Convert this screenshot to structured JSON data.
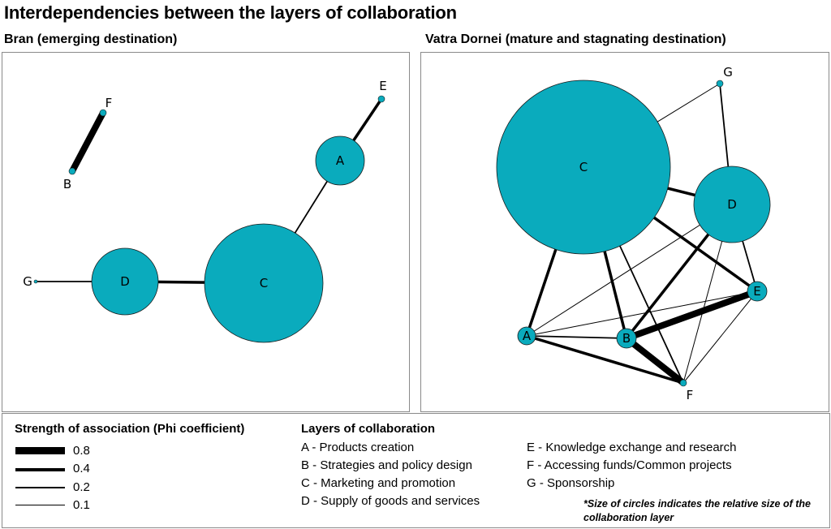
{
  "title": "Interdependencies between the layers of collaboration",
  "panels": [
    {
      "title": "Bran (emerging destination)",
      "nodes": [
        {
          "id": "A",
          "label": "A"
        },
        {
          "id": "B",
          "label": "B"
        },
        {
          "id": "C",
          "label": "C"
        },
        {
          "id": "D",
          "label": "D"
        },
        {
          "id": "E",
          "label": "E"
        },
        {
          "id": "F",
          "label": "F"
        },
        {
          "id": "G",
          "label": "G"
        }
      ],
      "edges": [
        {
          "from": "B",
          "to": "F",
          "phi": 0.8
        },
        {
          "from": "A",
          "to": "E",
          "phi": 0.4
        },
        {
          "from": "A",
          "to": "C",
          "phi": 0.2
        },
        {
          "from": "C",
          "to": "D",
          "phi": 0.4
        },
        {
          "from": "D",
          "to": "G",
          "phi": 0.2
        }
      ]
    },
    {
      "title": "Vatra Dornei (mature and stagnating destination)",
      "nodes": [
        {
          "id": "A",
          "label": "A"
        },
        {
          "id": "B",
          "label": "B"
        },
        {
          "id": "C",
          "label": "C"
        },
        {
          "id": "D",
          "label": "D"
        },
        {
          "id": "E",
          "label": "E"
        },
        {
          "id": "F",
          "label": "F"
        },
        {
          "id": "G",
          "label": "G"
        }
      ],
      "edges": [
        {
          "from": "C",
          "to": "D",
          "phi": 0.4
        },
        {
          "from": "C",
          "to": "G",
          "phi": 0.1
        },
        {
          "from": "G",
          "to": "D",
          "phi": 0.2
        },
        {
          "from": "D",
          "to": "E",
          "phi": 0.2
        },
        {
          "from": "C",
          "to": "A",
          "phi": 0.4
        },
        {
          "from": "C",
          "to": "B",
          "phi": 0.4
        },
        {
          "from": "C",
          "to": "F",
          "phi": 0.2
        },
        {
          "from": "C",
          "to": "E",
          "phi": 0.4
        },
        {
          "from": "D",
          "to": "B",
          "phi": 0.4
        },
        {
          "from": "D",
          "to": "A",
          "phi": 0.1
        },
        {
          "from": "D",
          "to": "F",
          "phi": 0.1
        },
        {
          "from": "A",
          "to": "E",
          "phi": 0.1
        },
        {
          "from": "A",
          "to": "B",
          "phi": 0.2
        },
        {
          "from": "A",
          "to": "F",
          "phi": 0.4
        },
        {
          "from": "B",
          "to": "E",
          "phi": 0.8
        },
        {
          "from": "B",
          "to": "F",
          "phi": 0.8
        },
        {
          "from": "E",
          "to": "F",
          "phi": 0.1
        }
      ]
    }
  ],
  "legend": {
    "strength_title": "Strength of association (Phi coefficient)",
    "strengths": [
      "0.8",
      "0.4",
      "0.2",
      "0.1"
    ],
    "layers_title": "Layers of collaboration",
    "layers": [
      "A - Products creation",
      "B - Strategies and policy design",
      "C - Marketing and promotion",
      "D - Supply of goods and services",
      "E - Knowledge exchange and research",
      "F - Accessing funds/Common projects",
      "G - Sponsorship"
    ],
    "note": "*Size of circles indicates the relative size of the collaboration layer"
  },
  "colors": {
    "node_fill": "#0aabbd",
    "node_stroke": "#1a1a1a",
    "edge": "#000000",
    "frame": "#8a8a8a"
  }
}
